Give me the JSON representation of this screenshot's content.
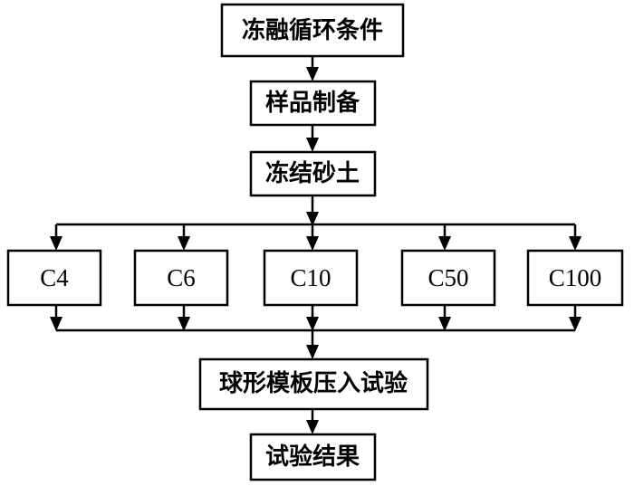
{
  "diagram": {
    "nodes": {
      "freeze_thaw_conditions": "冻融循环条件",
      "sample_preparation": "样品制备",
      "frozen_sand": "冻结砂土",
      "cycle_c4": "C4",
      "cycle_c6": "C6",
      "cycle_c10": "C10",
      "cycle_c50": "C50",
      "cycle_c100": "C100",
      "spherical_template_indentation_test": "球形模板压入试验",
      "test_results": "试验结果"
    },
    "edges": [
      {
        "from": "freeze_thaw_conditions",
        "to": "sample_preparation"
      },
      {
        "from": "sample_preparation",
        "to": "frozen_sand"
      },
      {
        "from": "frozen_sand",
        "to": "cycle_c4"
      },
      {
        "from": "frozen_sand",
        "to": "cycle_c6"
      },
      {
        "from": "frozen_sand",
        "to": "cycle_c10"
      },
      {
        "from": "frozen_sand",
        "to": "cycle_c50"
      },
      {
        "from": "frozen_sand",
        "to": "cycle_c100"
      },
      {
        "from": "cycle_c4",
        "to": "spherical_template_indentation_test"
      },
      {
        "from": "cycle_c6",
        "to": "spherical_template_indentation_test"
      },
      {
        "from": "cycle_c10",
        "to": "spherical_template_indentation_test"
      },
      {
        "from": "cycle_c50",
        "to": "spherical_template_indentation_test"
      },
      {
        "from": "cycle_c100",
        "to": "spherical_template_indentation_test"
      },
      {
        "from": "spherical_template_indentation_test",
        "to": "test_results"
      }
    ],
    "colors": {
      "stroke": "#000000",
      "fill": "#ffffff"
    }
  }
}
